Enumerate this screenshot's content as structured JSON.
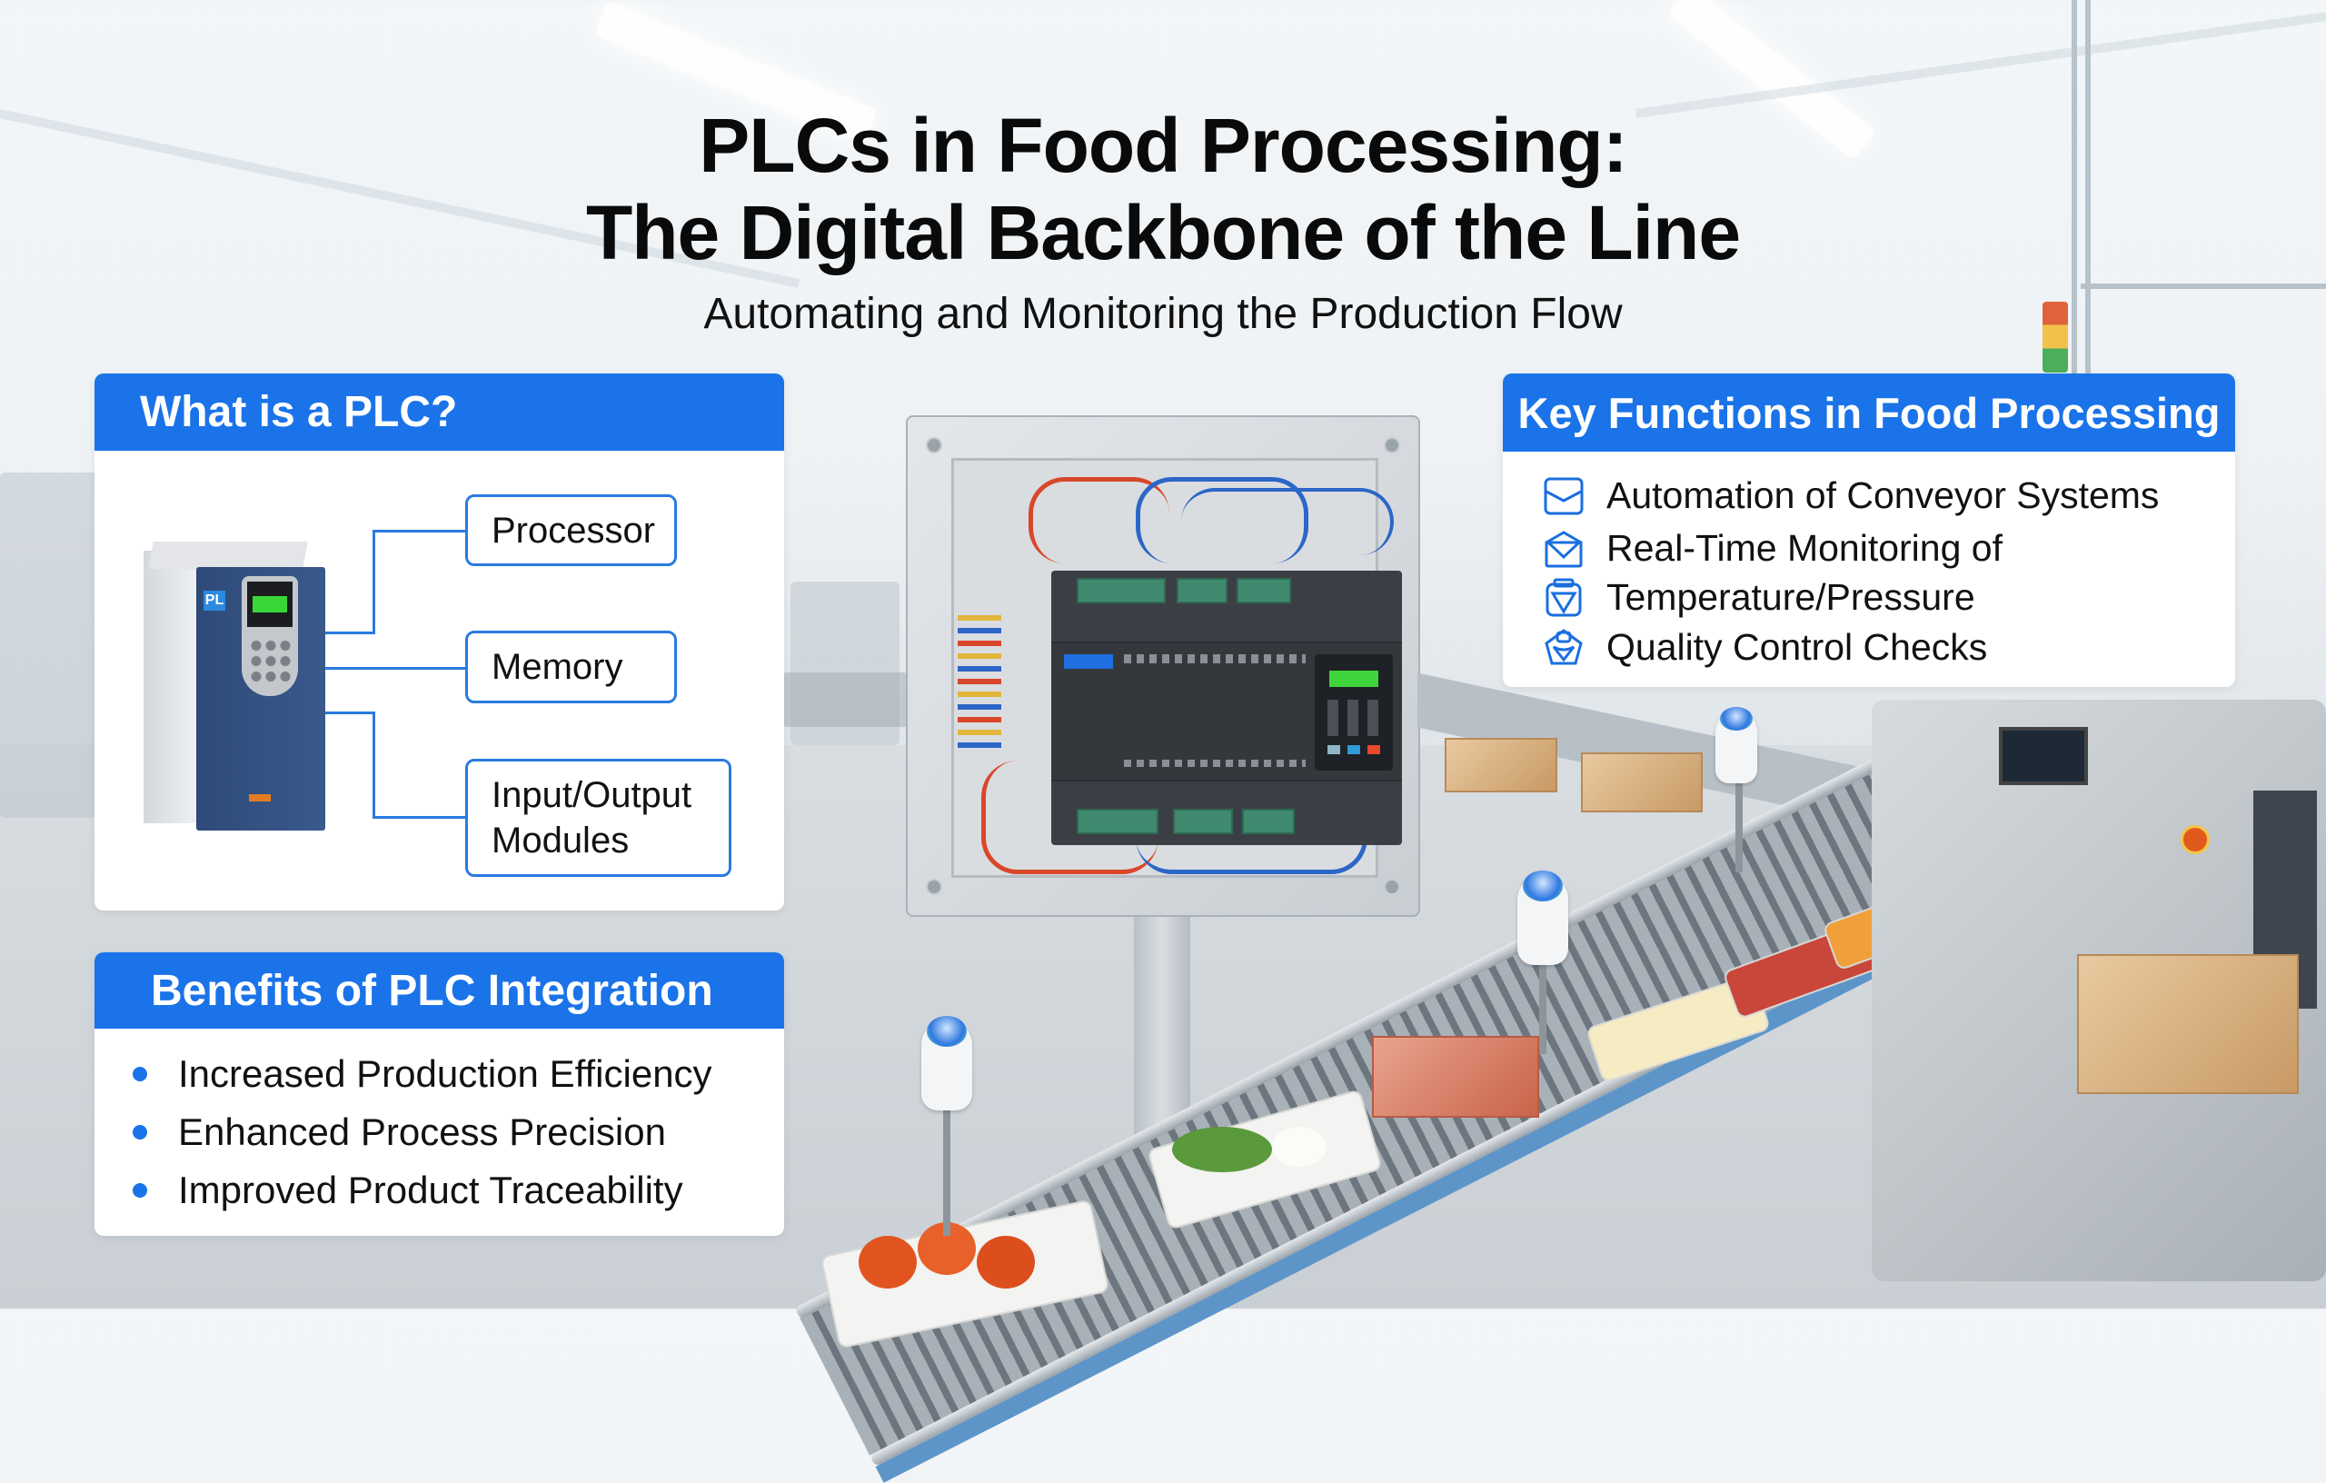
{
  "title": {
    "line1": "PLCs in Food Processing:",
    "line2": "The Digital Backbone of the Line",
    "subtitle": "Automating and Monitoring the Production Flow"
  },
  "what_is_plc": {
    "heading": "What is a PLC?",
    "device_logo": "PL",
    "components": [
      {
        "label": "Processor"
      },
      {
        "label": "Memory"
      },
      {
        "label": "Input/Output Modules",
        "line1": "Input/Output",
        "line2": "Modules"
      }
    ]
  },
  "benefits": {
    "heading": "Benefits of PLC Integration",
    "items": [
      "Increased Production Efficiency",
      "Enhanced Process Precision",
      "Improved Product Traceability"
    ]
  },
  "key_functions": {
    "heading": "Key Functions in Food Processing",
    "items": [
      {
        "icon": "conveyor-icon",
        "text": "Automation of Conveyor Systems"
      },
      {
        "icon": "monitor-icon",
        "text": "Real-Time Monitoring of"
      },
      {
        "icon": "gauge-icon",
        "text": "Temperature/Pressure"
      },
      {
        "icon": "quality-icon",
        "text": "Quality Control Checks"
      }
    ]
  },
  "colors": {
    "accent_blue": "#1a73e8",
    "panel_bg": "#ffffff",
    "text": "#111111",
    "plc_body": "#3b3f45",
    "lcd_green": "#3fd43a"
  }
}
